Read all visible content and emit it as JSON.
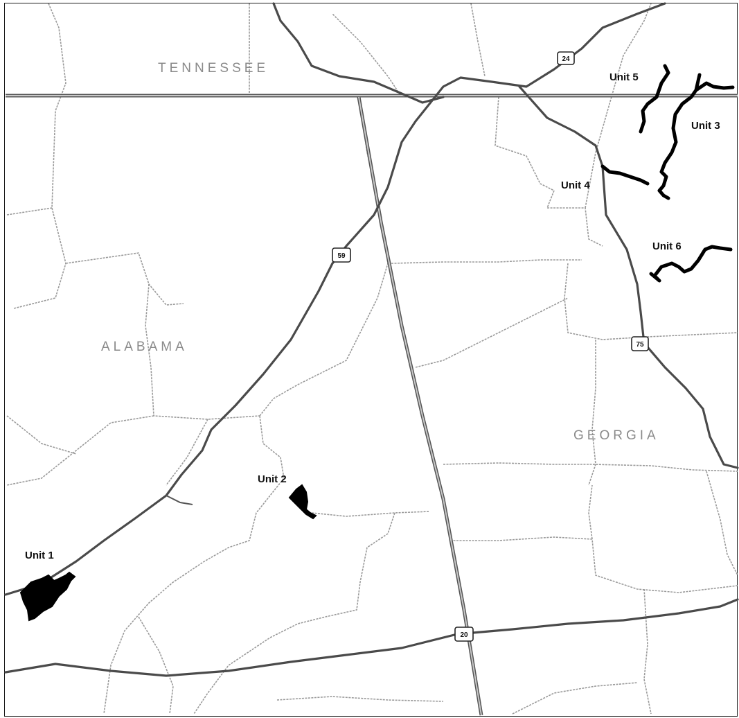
{
  "map": {
    "states": {
      "tennessee": "TENNESSEE",
      "alabama": "ALABAMA",
      "georgia": "GEORGIA"
    },
    "units": {
      "unit1": "Unit 1",
      "unit2": "Unit 2",
      "unit3": "Unit 3",
      "unit4": "Unit 4",
      "unit5": "Unit 5",
      "unit6": "Unit 6"
    },
    "highways": {
      "us24": "24",
      "us59": "59",
      "us75": "75",
      "us20": "20"
    },
    "colors": {
      "units": "#000000",
      "roads": "#4a4a4a",
      "county_lines": "#9a9a9a",
      "state_labels": "#8a8a8a"
    }
  }
}
